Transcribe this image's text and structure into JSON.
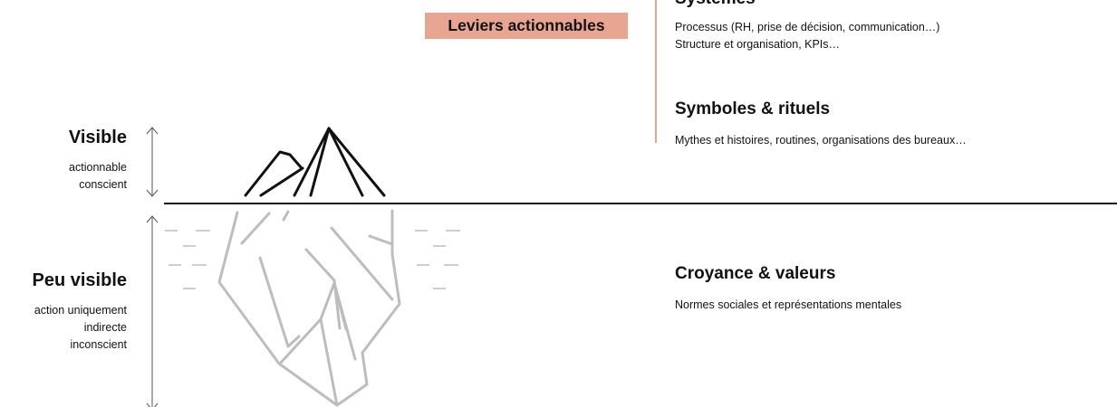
{
  "levers": {
    "label": "Leviers actionnables",
    "color": "#e8a592"
  },
  "left": {
    "visible": {
      "title": "Visible",
      "lines": [
        "actionnable",
        "conscient"
      ]
    },
    "peu_visible": {
      "title": "Peu visible",
      "lines": [
        "action uniquement",
        "indirecte",
        "inconscient"
      ]
    }
  },
  "right": {
    "systemes": {
      "title": "Systèmes",
      "lines": [
        "Processus (RH, prise de décision, communication…)",
        "Structure et organisation, KPIs…"
      ]
    },
    "symboles": {
      "title": "Symboles & rituels",
      "lines": [
        "Mythes et histoires, routines, organisations des bureaux…"
      ]
    },
    "croyances": {
      "title": "Croyance & valeurs",
      "lines": [
        "Normes sociales et représentations mentales"
      ]
    }
  },
  "colors": {
    "iceberg_top": "#111111",
    "iceberg_bottom": "#bdbdbd",
    "accent_line": "#e8a592"
  }
}
